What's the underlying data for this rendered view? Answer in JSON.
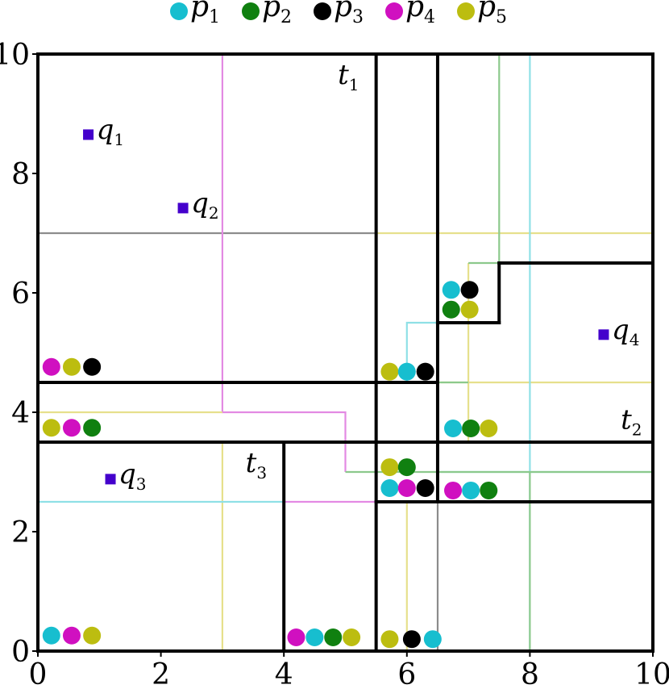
{
  "colors": {
    "p1": "#17becf",
    "p2": "#108010",
    "p3": "#000000",
    "p4": "#d010c0",
    "p5": "#bcbd10",
    "q": "#4400cc",
    "frame": "#000000",
    "gray": "#8c8c8c",
    "light": {
      "p1": "#8fe0e6",
      "p2": "#8cc98c",
      "p4": "#e38ae3",
      "p5": "#e6e08c"
    }
  },
  "legend": [
    {
      "key": "p1",
      "base": "p",
      "sub": "1"
    },
    {
      "key": "p2",
      "base": "p",
      "sub": "2"
    },
    {
      "key": "p3",
      "base": "p",
      "sub": "3"
    },
    {
      "key": "p4",
      "base": "p",
      "sub": "4"
    },
    {
      "key": "p5",
      "base": "p",
      "sub": "5"
    }
  ],
  "axes": {
    "xlim": [
      0,
      10
    ],
    "ylim": [
      0,
      10
    ],
    "xticks": [
      0,
      2,
      4,
      6,
      8,
      10
    ],
    "yticks": [
      0,
      2,
      4,
      6,
      8,
      10
    ]
  },
  "queries": [
    {
      "base": "q",
      "sub": "1",
      "x": 0.82,
      "y": 8.65
    },
    {
      "base": "q",
      "sub": "2",
      "x": 2.36,
      "y": 7.42
    },
    {
      "base": "q",
      "sub": "3",
      "x": 1.18,
      "y": 2.88
    },
    {
      "base": "q",
      "sub": "4",
      "x": 9.2,
      "y": 5.3
    }
  ],
  "cell_labels": [
    {
      "base": "t",
      "sub": "1",
      "x": 5.05,
      "y": 9.5
    },
    {
      "base": "t",
      "sub": "2",
      "x": 9.65,
      "y": 3.72
    },
    {
      "base": "t",
      "sub": "3",
      "x": 3.55,
      "y": 3.0
    }
  ],
  "dot_groups": [
    {
      "dots": [
        [
          "p4",
          0.22,
          4.76
        ],
        [
          "p5",
          0.55,
          4.76
        ],
        [
          "p3",
          0.88,
          4.76
        ]
      ]
    },
    {
      "dots": [
        [
          "p5",
          0.22,
          3.74
        ],
        [
          "p4",
          0.55,
          3.74
        ],
        [
          "p2",
          0.88,
          3.74
        ]
      ]
    },
    {
      "dots": [
        [
          "p1",
          0.22,
          0.26
        ],
        [
          "p4",
          0.55,
          0.26
        ],
        [
          "p5",
          0.88,
          0.26
        ]
      ]
    },
    {
      "dots": [
        [
          "p4",
          4.2,
          0.23
        ],
        [
          "p1",
          4.5,
          0.23
        ],
        [
          "p2",
          4.8,
          0.23
        ],
        [
          "p5",
          5.1,
          0.23
        ]
      ]
    },
    {
      "dots": [
        [
          "p5",
          5.72,
          0.2
        ],
        [
          "p3",
          6.08,
          0.2
        ],
        [
          "p1",
          6.42,
          0.2
        ]
      ]
    },
    {
      "dots": [
        [
          "p1",
          5.72,
          2.73
        ],
        [
          "p4",
          6.0,
          2.73
        ],
        [
          "p3",
          6.3,
          2.73
        ]
      ]
    },
    {
      "dots": [
        [
          "p5",
          5.72,
          3.08
        ],
        [
          "p2",
          6.0,
          3.08
        ]
      ]
    },
    {
      "dots": [
        [
          "p5",
          5.72,
          4.68
        ],
        [
          "p1",
          6.0,
          4.68
        ],
        [
          "p3",
          6.3,
          4.68
        ]
      ]
    },
    {
      "dots": [
        [
          "p1",
          6.72,
          6.05
        ],
        [
          "p3",
          7.02,
          6.05
        ],
        [
          "p2",
          6.72,
          5.72
        ],
        [
          "p5",
          7.02,
          5.72
        ]
      ]
    },
    {
      "dots": [
        [
          "p1",
          6.75,
          3.73
        ],
        [
          "p2",
          7.04,
          3.73
        ],
        [
          "p5",
          7.33,
          3.73
        ]
      ]
    },
    {
      "dots": [
        [
          "p4",
          6.75,
          2.69
        ],
        [
          "p1",
          7.04,
          2.69
        ],
        [
          "p2",
          7.33,
          2.69
        ]
      ]
    }
  ],
  "thick_lines": [
    [
      5.5,
      0,
      5.5,
      10
    ],
    [
      6.5,
      2.5,
      6.5,
      10
    ],
    [
      0,
      4.5,
      6.5,
      4.5
    ],
    [
      0,
      3.5,
      10,
      3.5
    ],
    [
      4.0,
      0,
      4.0,
      3.5
    ],
    [
      5.5,
      2.5,
      10,
      2.5
    ],
    [
      6.5,
      5.5,
      7.5,
      5.5
    ],
    [
      7.5,
      5.5,
      7.5,
      6.5
    ],
    [
      7.5,
      6.5,
      10,
      6.5
    ]
  ],
  "thin_lines": [
    [
      "gray",
      [
        [
          0,
          7
        ],
        [
          5.5,
          7
        ]
      ]
    ],
    [
      "gray",
      [
        [
          6.5,
          0
        ],
        [
          6.5,
          2.5
        ]
      ]
    ],
    [
      "p4",
      [
        [
          3,
          10
        ],
        [
          3,
          4
        ],
        [
          5,
          4
        ],
        [
          5,
          3
        ]
      ]
    ],
    [
      "p4",
      [
        [
          4,
          2.5
        ],
        [
          5.5,
          2.5
        ]
      ]
    ],
    [
      "p4",
      [
        [
          5.5,
          3.5
        ],
        [
          6.5,
          3.5
        ]
      ]
    ],
    [
      "p5",
      [
        [
          0,
          4
        ],
        [
          3,
          4
        ]
      ]
    ],
    [
      "p5",
      [
        [
          3,
          3.5
        ],
        [
          3,
          0
        ]
      ]
    ],
    [
      "p5",
      [
        [
          5.5,
          7
        ],
        [
          10,
          7
        ]
      ]
    ],
    [
      "p5",
      [
        [
          6.5,
          4.5
        ],
        [
          10,
          4.5
        ]
      ]
    ],
    [
      "p5",
      [
        [
          7,
          6.5
        ],
        [
          7,
          3.5
        ]
      ]
    ],
    [
      "p5",
      [
        [
          6,
          2.5
        ],
        [
          6,
          0
        ]
      ]
    ],
    [
      "p1",
      [
        [
          0,
          2.5
        ],
        [
          4,
          2.5
        ]
      ]
    ],
    [
      "p1",
      [
        [
          6,
          4.5
        ],
        [
          6,
          5.5
        ],
        [
          6.5,
          5.5
        ]
      ]
    ],
    [
      "p1",
      [
        [
          6.5,
          3
        ],
        [
          10,
          3
        ]
      ]
    ],
    [
      "p1",
      [
        [
          8,
          10
        ],
        [
          8,
          0
        ]
      ]
    ],
    [
      "p2",
      [
        [
          7.5,
          10
        ],
        [
          7.5,
          6.5
        ]
      ]
    ],
    [
      "p2",
      [
        [
          7,
          6.5
        ],
        [
          7.5,
          6.5
        ]
      ]
    ],
    [
      "p2",
      [
        [
          6.5,
          4.5
        ],
        [
          7,
          4.5
        ]
      ]
    ],
    [
      "p2",
      [
        [
          5,
          3
        ],
        [
          10,
          3
        ]
      ]
    ],
    [
      "p2",
      [
        [
          8,
          3
        ],
        [
          8,
          0
        ]
      ]
    ]
  ]
}
